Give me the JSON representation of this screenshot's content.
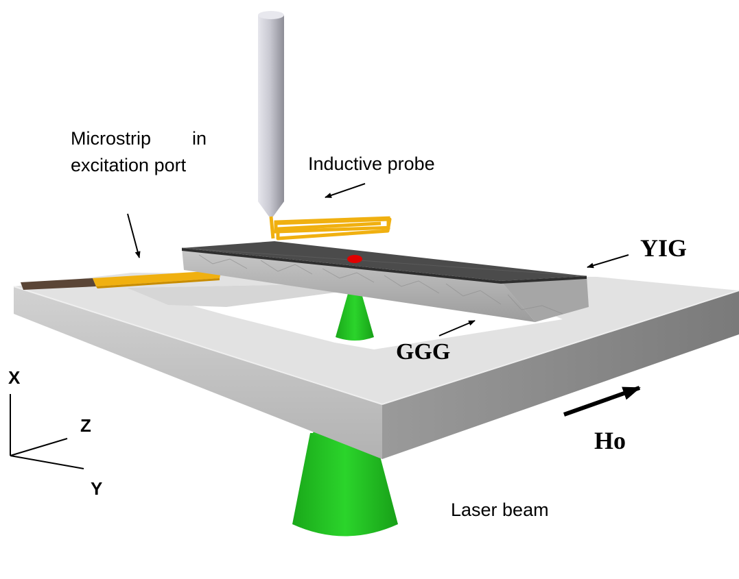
{
  "labels": {
    "microstrip_line1": "Microstrip",
    "microstrip_line2": "in",
    "microstrip_line3": "excitation port",
    "inductive_probe": "Inductive probe",
    "yig": "YIG",
    "ggg": "GGG",
    "field": "Ho",
    "laser": "Laser beam"
  },
  "axes": {
    "x": "X",
    "y": "Y",
    "z": "Z"
  },
  "colors": {
    "substrate_top": "#dcdcdc",
    "substrate_front": "#c4c4c4",
    "substrate_right": "#888888",
    "yig_top": "#4a4a4a",
    "ggg_side": "#b8b8b8",
    "laser": "#1fc41f",
    "microstrip": "#f0b010",
    "probe": "#c8c8d0",
    "hotspot": "#e00000"
  }
}
